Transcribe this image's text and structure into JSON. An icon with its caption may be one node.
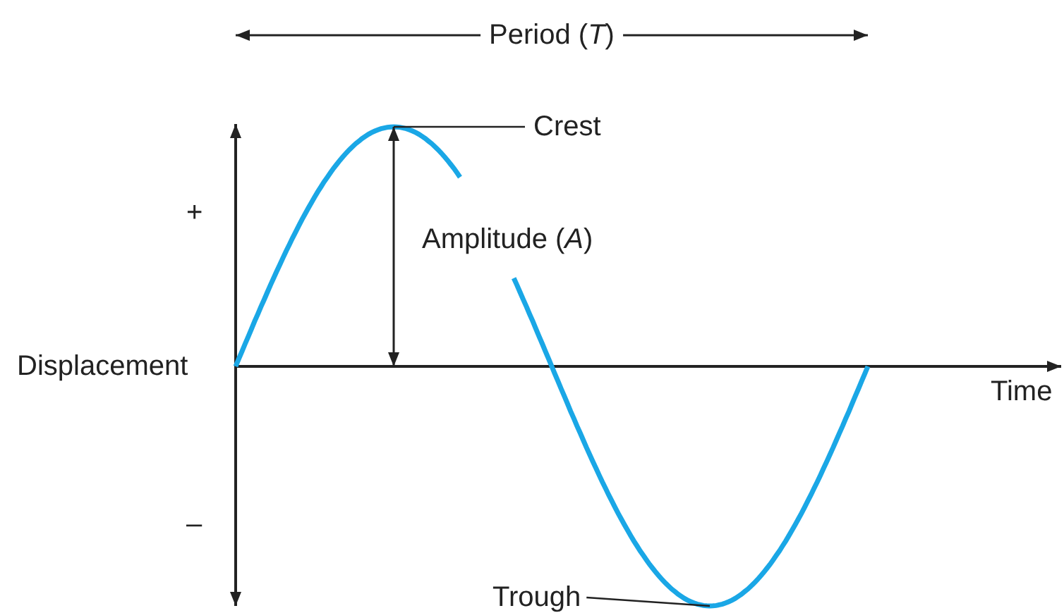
{
  "diagram": {
    "nodes": [
      {
        "text": [
          "Crest"
        ]
      },
      {
        "text": [
          "Trough"
        ]
      }
    ],
    "edges": [
      {
        "from": 0,
        "to": null,
        "arrow": "none"
      },
      {
        "from": 1,
        "to": null,
        "arrow": "none"
      }
    ],
    "labels": [
      "Period (*T*)",
      "Amplitude (*A*)",
      "+",
      "Displacement",
      "Time",
      "–"
    ]
  }
}
